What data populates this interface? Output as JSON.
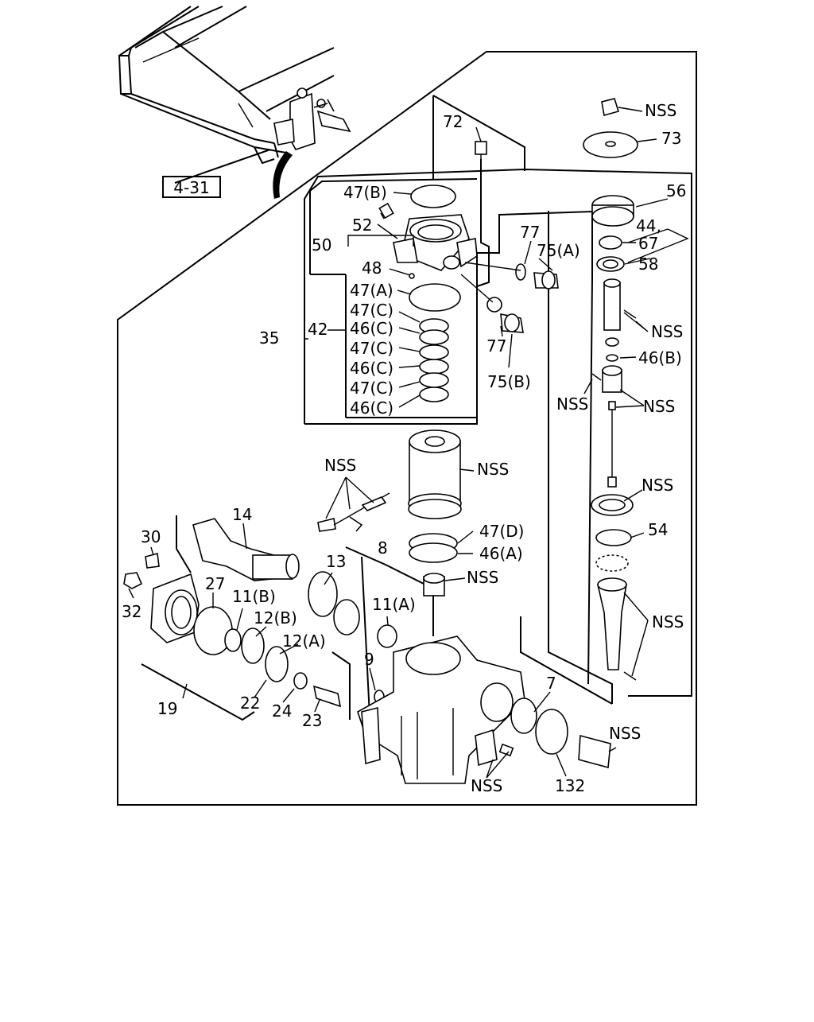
{
  "reference_box": "4-31",
  "labels": {
    "l_nss_top": "NSS",
    "l_73": "73",
    "l_72": "72",
    "l_56": "56",
    "l_47b_top": "47(B)",
    "l_52": "52",
    "l_50": "50",
    "l_48": "48",
    "l_77a": "77",
    "l_75a": "75(A)",
    "l_44": "44,",
    "l_67": "67",
    "l_58": "58",
    "l_47a": "47(A)",
    "l_47c1": "47(C)",
    "l_46c1": "46(C)",
    "l_47c2": "47(C)",
    "l_46c2": "46(C)",
    "l_47c3": "47(C)",
    "l_46c3": "46(C)",
    "l_35": "35",
    "l_42": "42",
    "l_77b": "77",
    "l_75b": "75(B)",
    "l_nss_screw": "NSS",
    "l_46b": "46(B)",
    "l_nss_pin": "NSS",
    "l_nss_sleeve": "NSS",
    "l_nss_ring": "NSS",
    "l_54": "54",
    "l_nss_worm": "NSS",
    "l_nss_piston_pins": "NSS",
    "l_nss_piston": "NSS",
    "l_47d": "47(D)",
    "l_46a": "46(A)",
    "l_nss_plug": "NSS",
    "l_14": "14",
    "l_30": "30",
    "l_8": "8",
    "l_13": "13",
    "l_27": "27",
    "l_11b": "11(B)",
    "l_12b": "12(B)",
    "l_11a": "11(A)",
    "l_12a": "12(A)",
    "l_32": "32",
    "l_9": "9",
    "l_7": "7",
    "l_nss_cap": "NSS",
    "l_19": "19",
    "l_22": "22",
    "l_24": "24",
    "l_23": "23",
    "l_nss_bottom": "NSS",
    "l_132": "132"
  }
}
